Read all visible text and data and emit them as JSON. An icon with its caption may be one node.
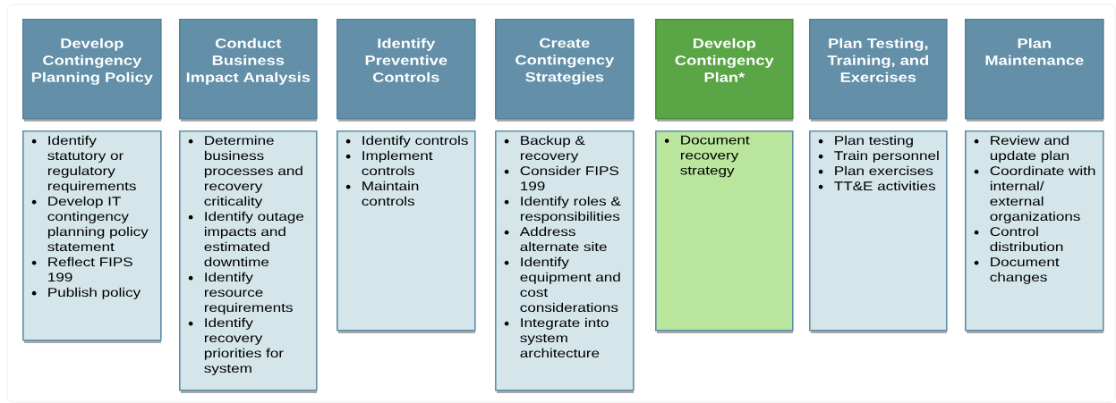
{
  "diagram": {
    "nodes": [
      {
        "text": [
          "Develop Contingency Planning Policy"
        ]
      },
      {
        "text": [
          "Conduct Business Impact Analysis"
        ]
      },
      {
        "text": [
          "Identify Preventive Controls"
        ]
      },
      {
        "text": [
          "Create Contingency Strategies"
        ]
      },
      {
        "text": [
          "Develop Contingency Plan*"
        ]
      },
      {
        "text": [
          "Plan Testing, Training, and Exercises"
        ]
      },
      {
        "text": [
          "Plan Maintenance"
        ]
      },
      {
        "text": [
          "Identify statutory or regulatory requirements",
          "Develop IT contingency planning policy statement",
          "Reflect FIPS 199",
          "Publish policy"
        ]
      },
      {
        "text": [
          "Determine business processes and recovery criticality",
          "Identify outage impacts and estimated downtime",
          "Identify resource requirements",
          "Identify recovery priorities for system"
        ]
      },
      {
        "text": [
          "Identify controls",
          "Implement controls",
          "Maintain controls"
        ]
      },
      {
        "text": [
          "Backup & recovery",
          "Consider FIPS 199",
          "Identify roles & responsibilities",
          "Address alternate site",
          "Identify equipment and cost considerations",
          "Integrate into system architecture"
        ]
      },
      {
        "text": [
          "Document recovery strategy"
        ]
      },
      {
        "text": [
          "Plan testing",
          "Train personnel",
          "Plan exercises",
          "TT&E activities"
        ]
      },
      {
        "text": [
          "Review and update plan",
          "Coordinate with internal/ external organizations",
          "Control distribution",
          "Document changes"
        ]
      }
    ],
    "edges": []
  }
}
